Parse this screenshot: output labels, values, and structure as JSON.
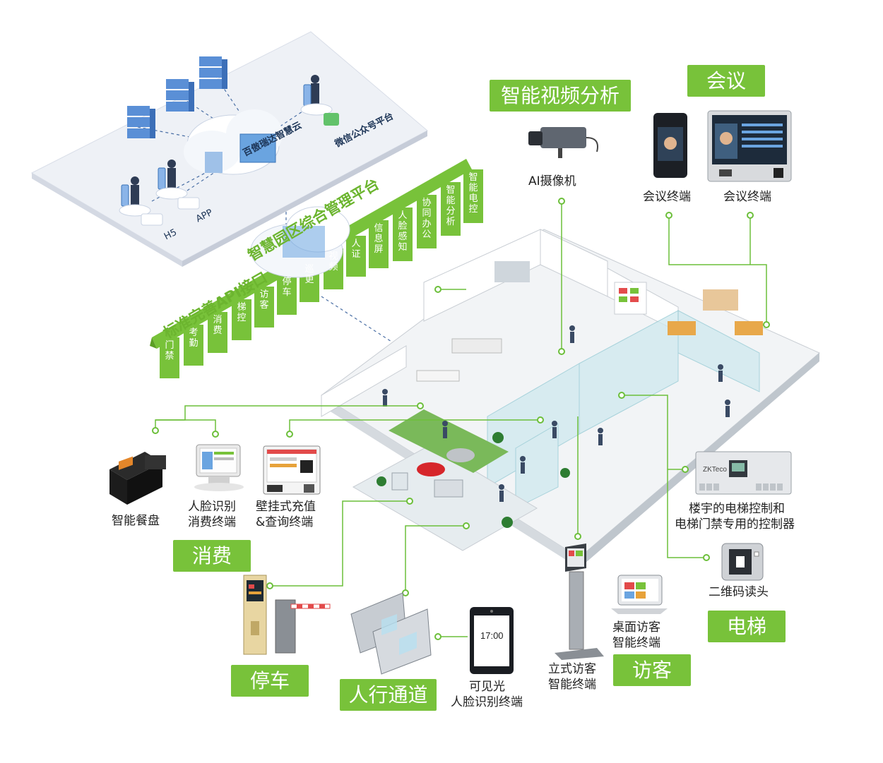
{
  "colors": {
    "accent": "#78c23a",
    "line": "#6cbf3a",
    "platform": "#eef1f6"
  },
  "cloud_platform": {
    "cloud_name": "百傲瑞达智慧云",
    "wechat_label": "微信公众号平台",
    "app_label": "APP",
    "h5_label": "H5"
  },
  "platform_title": "智慧园区综合管理平台",
  "api_title": "标准完善API接口",
  "modules": [
    "门禁",
    "考勤",
    "消费",
    "梯控",
    "访客",
    "停车",
    "巡更",
    "视频",
    "人证",
    "信息屏",
    "人脸感知",
    "协同办公",
    "智能分析",
    "智能电控"
  ],
  "categories": {
    "video": "智能视频分析",
    "meeting": "会议",
    "consumption": "消费",
    "parking": "停车",
    "pedestrian": "人行通道",
    "visitor": "访客",
    "elevator": "电梯"
  },
  "devices": {
    "ai_camera": "AI摄像机",
    "meeting_terminal_1": "会议终端",
    "meeting_terminal_2": "会议终端",
    "smart_tray": "智能餐盘",
    "face_pay_1": "人脸识别",
    "face_pay_2": "消费终端",
    "wall_recharge_1": "壁挂式充值",
    "wall_recharge_2": "&查询终端",
    "elevator_ctrl_1": "楼宇的电梯控制和",
    "elevator_ctrl_2": "电梯门禁专用的控制器",
    "qr_reader": "二维码读头",
    "desk_visitor_1": "桌面访客",
    "desk_visitor_2": "智能终端",
    "stand_visitor_1": "立式访客",
    "stand_visitor_2": "智能终端",
    "visible_face_1": "可见光",
    "visible_face_2": "人脸识别终端",
    "face_clock": "17:00"
  }
}
